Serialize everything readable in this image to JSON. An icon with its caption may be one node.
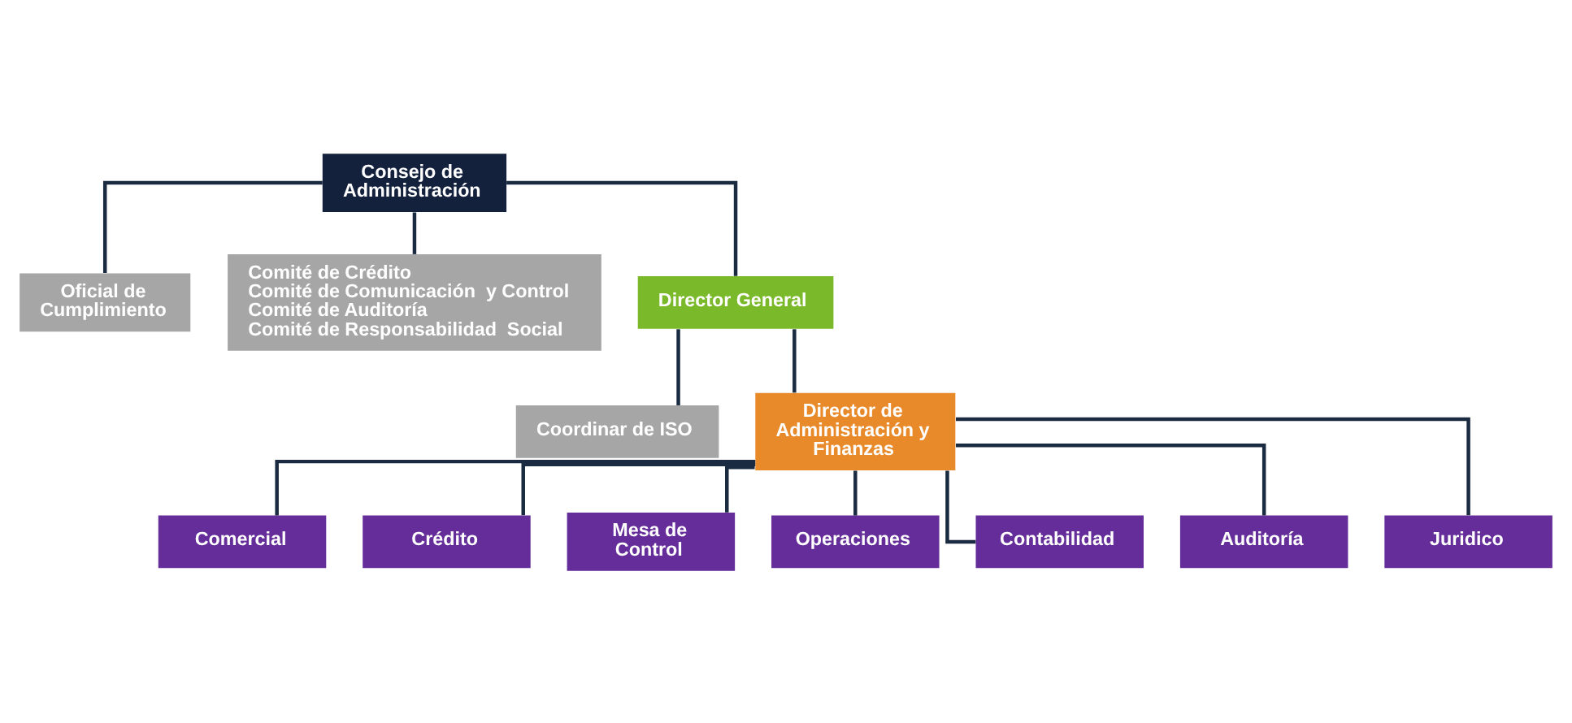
{
  "diagram": {
    "nodes": [
      {
        "text": [
          "Consejo de Administración"
        ]
      },
      {
        "text": [
          "Oficial de Cumplimiento"
        ]
      },
      {
        "text": [
          "Comité de Crédito",
          "Comité de Comunicación  y Control",
          "Comité de Auditoría",
          "Comité de Responsabilidad  Social"
        ]
      },
      {
        "text": [
          "Director General"
        ]
      },
      {
        "text": [
          "Coordinar de ISO"
        ]
      },
      {
        "text": [
          "Director de Administración y Finanzas"
        ]
      },
      {
        "text": [
          "Comercial"
        ]
      },
      {
        "text": [
          "Crédito"
        ]
      },
      {
        "text": [
          "Mesa de Control"
        ]
      },
      {
        "text": [
          "Operaciones"
        ]
      },
      {
        "text": [
          "Contabilidad"
        ]
      },
      {
        "text": [
          "Auditoría"
        ]
      },
      {
        "text": [
          "Juridico"
        ]
      }
    ],
    "edges": [
      {
        "from": 0,
        "to": 1,
        "arrow": "none"
      },
      {
        "from": 0,
        "to": 2,
        "arrow": "none"
      },
      {
        "from": 0,
        "to": 3,
        "arrow": "none"
      },
      {
        "from": 3,
        "to": 4,
        "arrow": "none"
      },
      {
        "from": 3,
        "to": 5,
        "arrow": "none"
      },
      {
        "from": 5,
        "to": 6,
        "arrow": "none"
      },
      {
        "from": 5,
        "to": 7,
        "arrow": "none"
      },
      {
        "from": 5,
        "to": 8,
        "arrow": "none"
      },
      {
        "from": 5,
        "to": 9,
        "arrow": "none"
      },
      {
        "from": 5,
        "to": 10,
        "arrow": "none"
      },
      {
        "from": 5,
        "to": 11,
        "arrow": "none"
      },
      {
        "from": 5,
        "to": 12,
        "arrow": "none"
      }
    ]
  }
}
